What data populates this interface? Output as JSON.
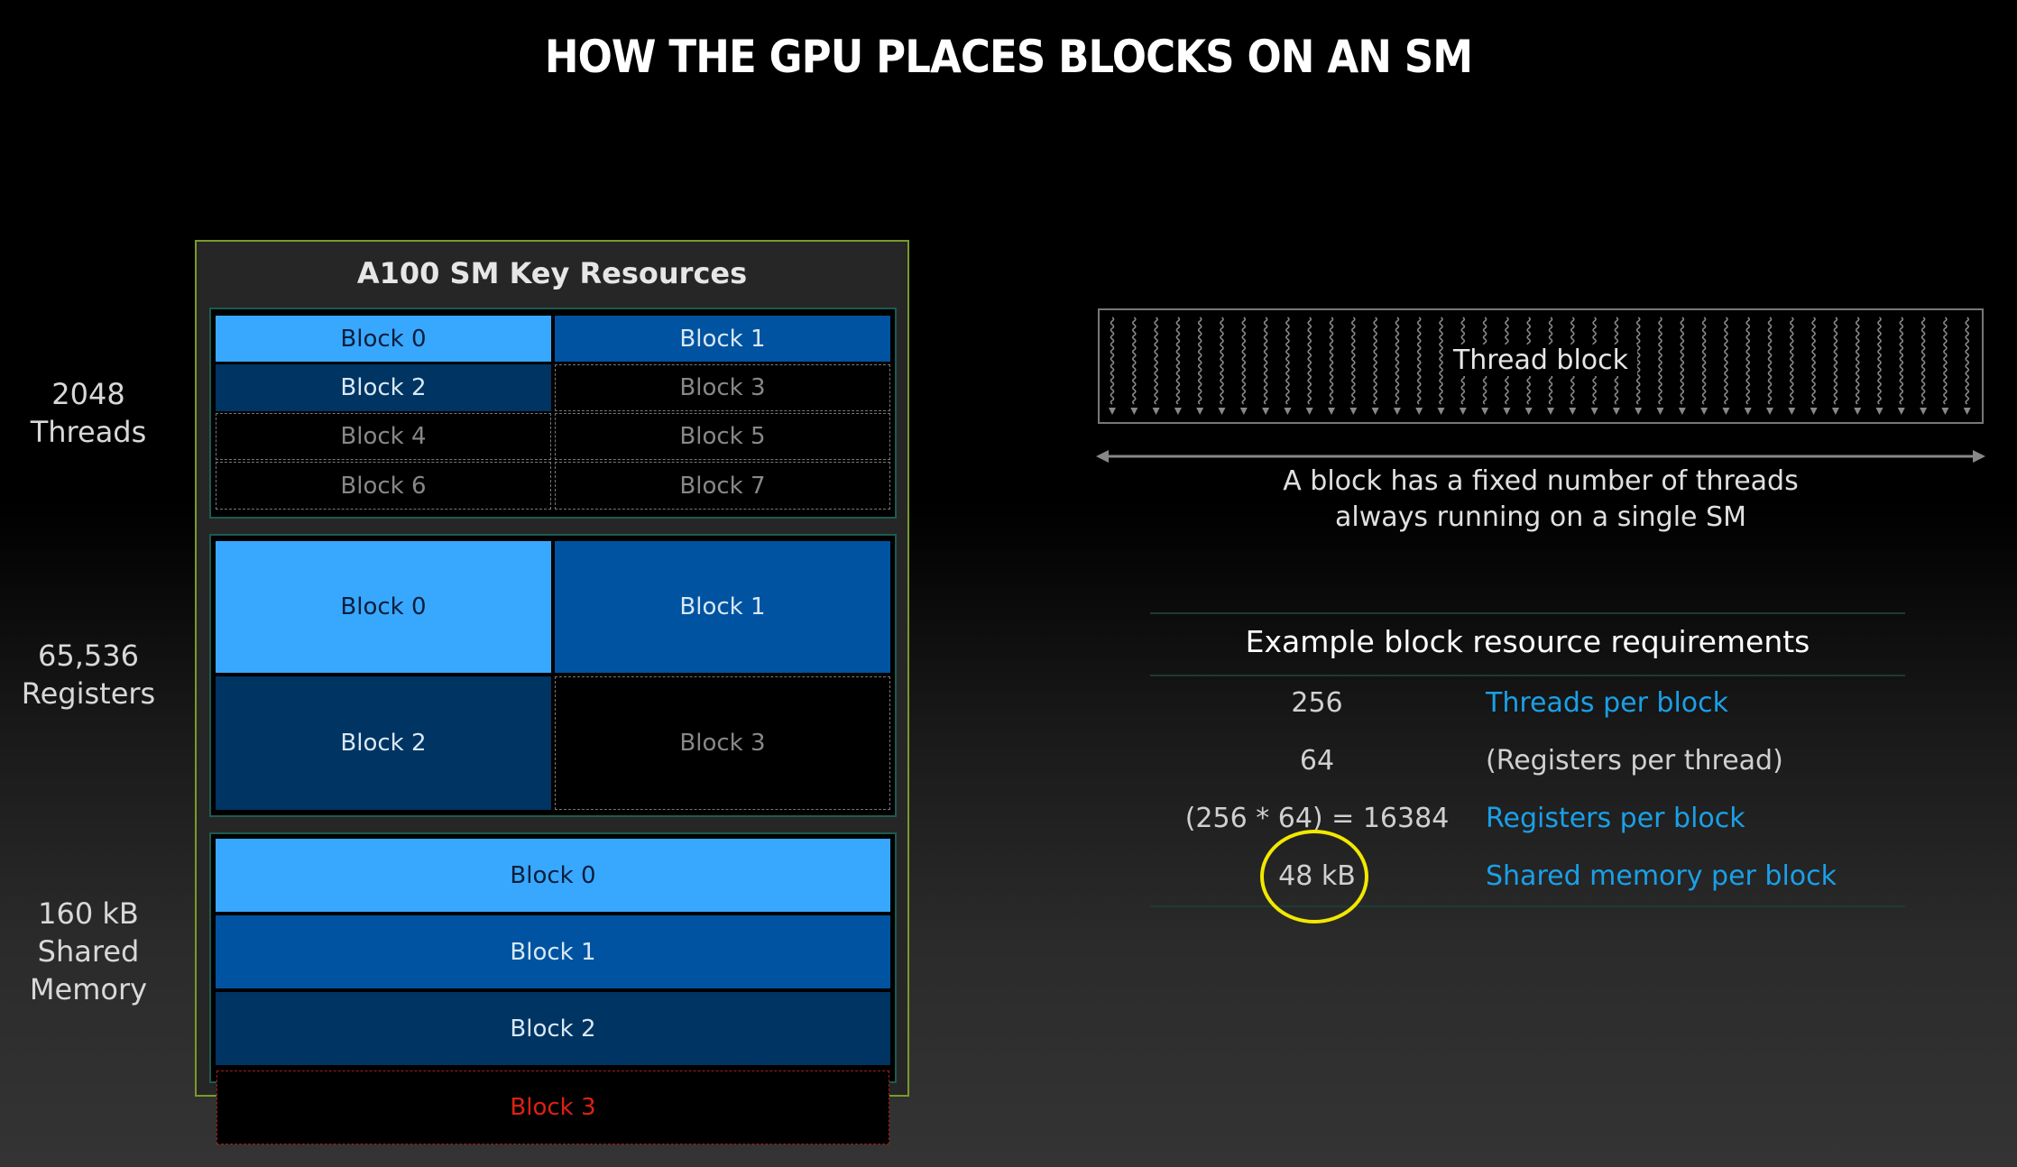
{
  "title": "HOW THE GPU PLACES BLOCKS ON AN SM",
  "colors": {
    "block_light": "#38a8ff",
    "block_mid": "#0053a0",
    "block_dark": "#003462",
    "overflow_red": "#e02010",
    "sm_border": "#7a9a2a",
    "highlight_circle": "#f2e800",
    "label_blue": "#1aa0e8"
  },
  "side_labels": {
    "threads": {
      "line1": "2048",
      "line2": "Threads"
    },
    "registers": {
      "line1": "65,536",
      "line2": "Registers"
    },
    "shared": {
      "line1": "160 kB",
      "line2": "Shared",
      "line3": "Memory"
    }
  },
  "sm": {
    "title": "A100 SM Key Resources",
    "thread_blocks": [
      "Block 0",
      "Block 1",
      "Block 2",
      "Block 3",
      "Block 4",
      "Block 5",
      "Block 6",
      "Block 7"
    ],
    "register_blocks": [
      "Block 0",
      "Block 1",
      "Block 2",
      "Block 3"
    ],
    "shared_blocks": [
      "Block 0",
      "Block 1",
      "Block 2",
      "Block 3"
    ]
  },
  "thread_block": {
    "label": "Thread block",
    "thread_count_drawn": 40,
    "caption_line1": "A block has a fixed number of threads",
    "caption_line2": "always running on a single SM"
  },
  "requirements": {
    "heading": "Example block resource requirements",
    "rows": [
      {
        "value": "256",
        "label": "Threads per block",
        "style": "blue"
      },
      {
        "value": "64",
        "label": "(Registers per thread)",
        "style": "grey"
      },
      {
        "value": "(256 * 64) = 16384",
        "label": "Registers per block",
        "style": "blue"
      },
      {
        "value": "48 kB",
        "label": "Shared memory per block",
        "style": "blue",
        "highlighted": true
      }
    ]
  }
}
